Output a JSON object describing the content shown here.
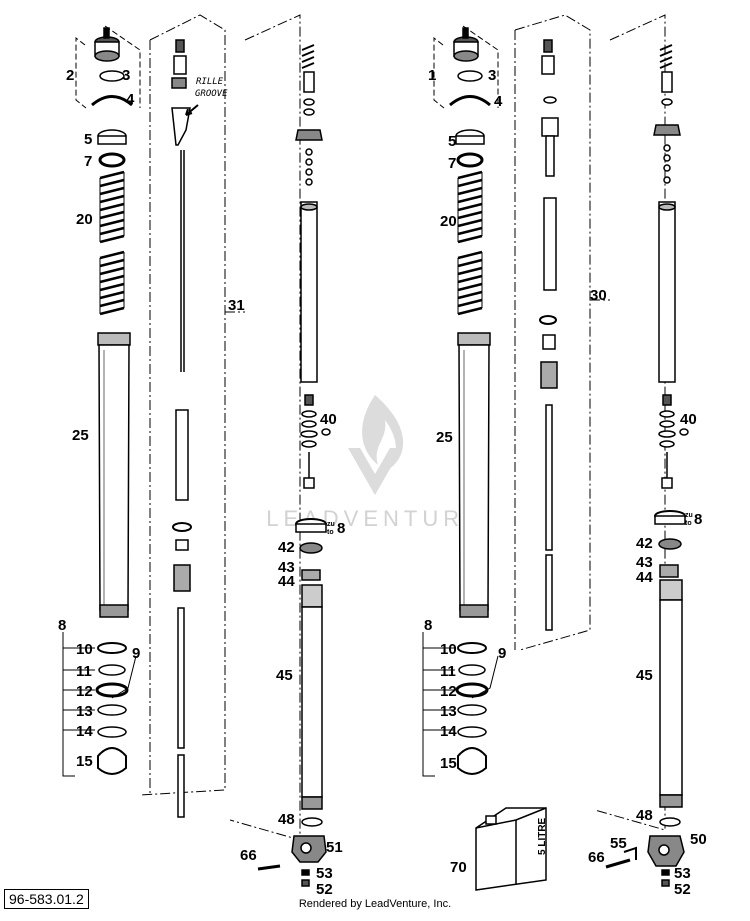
{
  "footer": {
    "part_number": "96-583.01.2",
    "credit": "Rendered by LeadVenture, Inc."
  },
  "watermark": {
    "text": "LEADVENTURE",
    "color": "#c8c8c8"
  },
  "annotation": {
    "line1": "RILLE",
    "line2": "GROOVE"
  },
  "canister_label": "5 LITRE",
  "callouts": {
    "c1": "1",
    "c2": "2",
    "c3a": "3",
    "c3b": "3",
    "c4a": "4",
    "c4b": "4",
    "c5a": "5",
    "c5b": "5",
    "c7a": "7",
    "c7b": "7",
    "c20a": "20",
    "c20b": "20",
    "c25a": "25",
    "c25b": "25",
    "c30": "30",
    "c31": "31",
    "c40a": "40",
    "c40b": "40",
    "c8a": "8",
    "c8b": "8",
    "c8c": "8",
    "c8d": "8",
    "c9a": "9",
    "c9b": "9",
    "c10a": "10",
    "c10b": "10",
    "c11a": "11",
    "c11b": "11",
    "c12a": "12",
    "c12b": "12",
    "c13a": "13",
    "c13b": "13",
    "c14a": "14",
    "c14b": "14",
    "c15a": "15",
    "c15b": "15",
    "c42a": "42",
    "c42b": "42",
    "c43a": "43",
    "c43b": "43",
    "c44a": "44",
    "c44b": "44",
    "c45a": "45",
    "c45b": "45",
    "c48a": "48",
    "c48b": "48",
    "c50": "50",
    "c51": "51",
    "c52a": "52",
    "c52b": "52",
    "c53a": "53",
    "c53b": "53",
    "c55": "55",
    "c66a": "66",
    "c66b": "66",
    "c70": "70",
    "zu_a1": "zu",
    "zu_a2": "to",
    "zu_b1": "zu",
    "zu_b2": "to"
  }
}
